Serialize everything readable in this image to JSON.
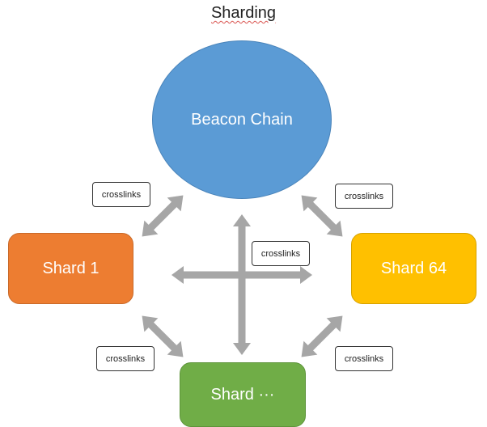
{
  "title": "Sharding",
  "nodes": {
    "beacon": "Beacon Chain",
    "shard_1": "Shard 1",
    "shard_64": "Shard 64",
    "shard_n": "Shard ···"
  },
  "labels": {
    "top_left": "crosslinks",
    "top_right": "crosslinks",
    "center": "crosslinks",
    "bottom_left": "crosslinks",
    "bottom_right": "crosslinks"
  },
  "colors": {
    "beacon": "#5b9bd5",
    "shard_1": "#ed7d31",
    "shard_64": "#ffc000",
    "shard_n": "#70ad47",
    "arrow": "#a6a6a6"
  }
}
